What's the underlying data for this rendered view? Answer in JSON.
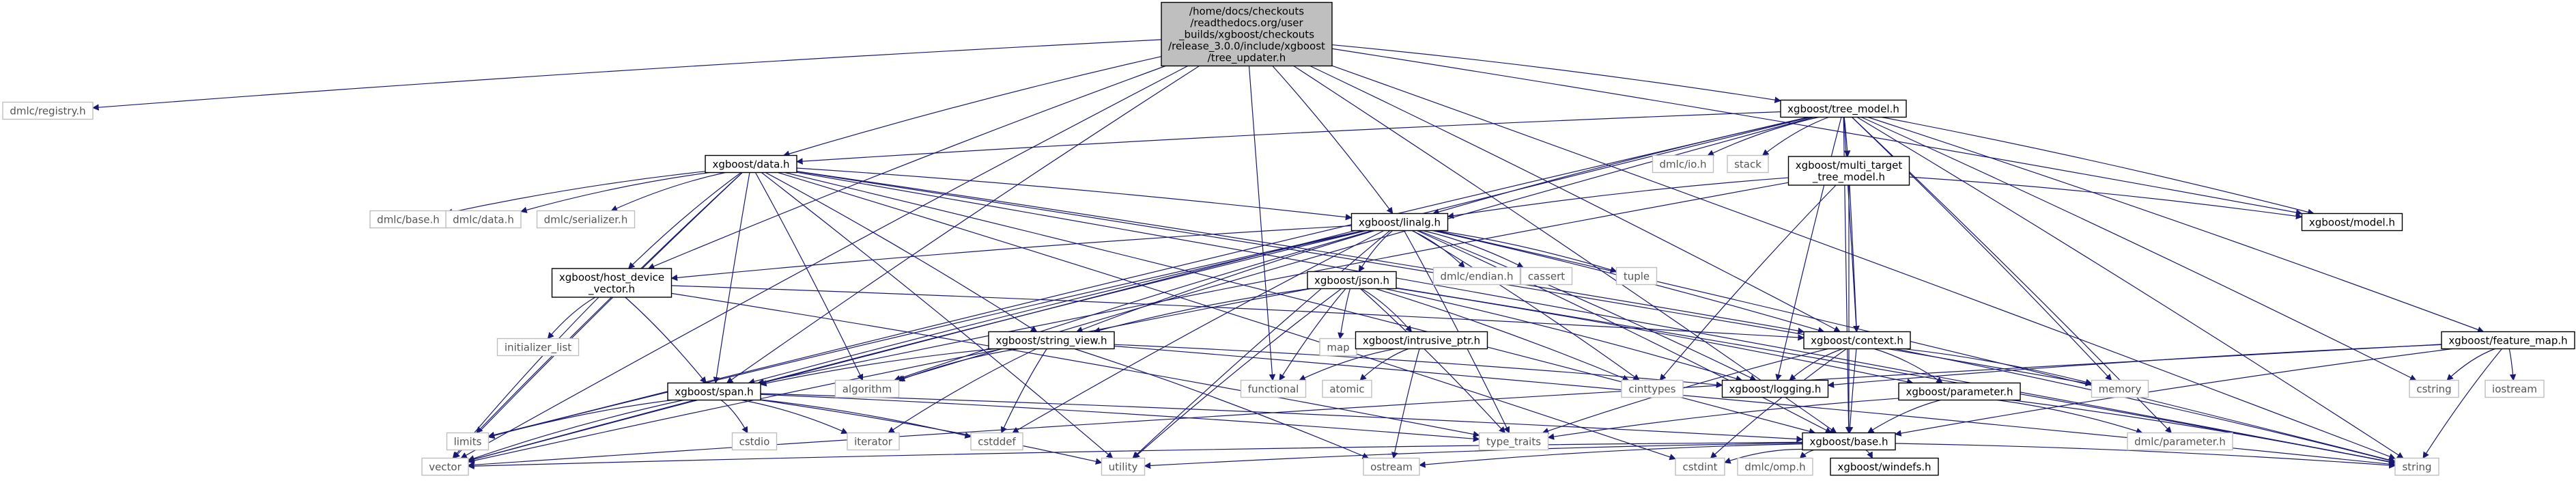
{
  "diagram": {
    "root": "/home/docs/checkouts/readthedocs.org/user_builds/xgboost/checkouts/release_3.0.0/include/xgboost/tree_updater.h",
    "nodes": [
      {
        "id": "root",
        "lines": [
          "/home/docs/checkouts",
          "/readthedocs.org/user",
          "_builds/xgboost/checkouts",
          "/release_3.0.0/include/xgboost",
          "/tree_updater.h"
        ],
        "kind": "root"
      },
      {
        "id": "dmlc_registry",
        "lines": [
          "dmlc/registry.h"
        ],
        "kind": "external"
      },
      {
        "id": "tree_model",
        "lines": [
          "xgboost/tree_model.h"
        ],
        "kind": "documented"
      },
      {
        "id": "data",
        "lines": [
          "xgboost/data.h"
        ],
        "kind": "documented"
      },
      {
        "id": "dmlc_io",
        "lines": [
          "dmlc/io.h"
        ],
        "kind": "external"
      },
      {
        "id": "stack",
        "lines": [
          "stack"
        ],
        "kind": "external"
      },
      {
        "id": "multi_target",
        "lines": [
          "xgboost/multi_target",
          "_tree_model.h"
        ],
        "kind": "documented"
      },
      {
        "id": "dmlc_base",
        "lines": [
          "dmlc/base.h"
        ],
        "kind": "external"
      },
      {
        "id": "dmlc_data",
        "lines": [
          "dmlc/data.h"
        ],
        "kind": "external"
      },
      {
        "id": "dmlc_serializer",
        "lines": [
          "dmlc/serializer.h"
        ],
        "kind": "external"
      },
      {
        "id": "linalg",
        "lines": [
          "xgboost/linalg.h"
        ],
        "kind": "documented"
      },
      {
        "id": "model",
        "lines": [
          "xgboost/model.h"
        ],
        "kind": "documented"
      },
      {
        "id": "host_device_vector",
        "lines": [
          "xgboost/host_device",
          "_vector.h"
        ],
        "kind": "documented"
      },
      {
        "id": "dmlc_endian",
        "lines": [
          "dmlc/endian.h"
        ],
        "kind": "external"
      },
      {
        "id": "cassert",
        "lines": [
          "cassert"
        ],
        "kind": "external"
      },
      {
        "id": "tuple",
        "lines": [
          "tuple"
        ],
        "kind": "external"
      },
      {
        "id": "json",
        "lines": [
          "xgboost/json.h"
        ],
        "kind": "documented"
      },
      {
        "id": "feature_map",
        "lines": [
          "xgboost/feature_map.h"
        ],
        "kind": "documented"
      },
      {
        "id": "initializer_list",
        "lines": [
          "initializer_list"
        ],
        "kind": "external"
      },
      {
        "id": "map",
        "lines": [
          "map"
        ],
        "kind": "external"
      },
      {
        "id": "context",
        "lines": [
          "xgboost/context.h"
        ],
        "kind": "documented"
      },
      {
        "id": "string_view",
        "lines": [
          "xgboost/string_view.h"
        ],
        "kind": "documented"
      },
      {
        "id": "intrusive_ptr",
        "lines": [
          "xgboost/intrusive_ptr.h"
        ],
        "kind": "documented"
      },
      {
        "id": "memory",
        "lines": [
          "memory"
        ],
        "kind": "external"
      },
      {
        "id": "cstring",
        "lines": [
          "cstring"
        ],
        "kind": "external"
      },
      {
        "id": "iostream",
        "lines": [
          "iostream"
        ],
        "kind": "external"
      },
      {
        "id": "functional",
        "lines": [
          "functional"
        ],
        "kind": "external"
      },
      {
        "id": "atomic",
        "lines": [
          "atomic"
        ],
        "kind": "external"
      },
      {
        "id": "cinttypes",
        "lines": [
          "cinttypes"
        ],
        "kind": "external"
      },
      {
        "id": "logging",
        "lines": [
          "xgboost/logging.h"
        ],
        "kind": "documented"
      },
      {
        "id": "parameter",
        "lines": [
          "xgboost/parameter.h"
        ],
        "kind": "documented"
      },
      {
        "id": "span",
        "lines": [
          "xgboost/span.h"
        ],
        "kind": "documented"
      },
      {
        "id": "algorithm",
        "lines": [
          "algorithm"
        ],
        "kind": "external"
      },
      {
        "id": "limits",
        "lines": [
          "limits"
        ],
        "kind": "external"
      },
      {
        "id": "cstdio",
        "lines": [
          "cstdio"
        ],
        "kind": "external"
      },
      {
        "id": "iterator",
        "lines": [
          "iterator"
        ],
        "kind": "external"
      },
      {
        "id": "cstddef",
        "lines": [
          "cstddef"
        ],
        "kind": "external"
      },
      {
        "id": "type_traits",
        "lines": [
          "type_traits"
        ],
        "kind": "external"
      },
      {
        "id": "base",
        "lines": [
          "xgboost/base.h"
        ],
        "kind": "documented"
      },
      {
        "id": "dmlc_parameter",
        "lines": [
          "dmlc/parameter.h"
        ],
        "kind": "external"
      },
      {
        "id": "vector",
        "lines": [
          "vector"
        ],
        "kind": "external"
      },
      {
        "id": "utility",
        "lines": [
          "utility"
        ],
        "kind": "external"
      },
      {
        "id": "ostream",
        "lines": [
          "ostream"
        ],
        "kind": "external"
      },
      {
        "id": "cstdint",
        "lines": [
          "cstdint"
        ],
        "kind": "external"
      },
      {
        "id": "dmlc_omp",
        "lines": [
          "dmlc/omp.h"
        ],
        "kind": "external"
      },
      {
        "id": "windefs",
        "lines": [
          "xgboost/windefs.h"
        ],
        "kind": "documented"
      },
      {
        "id": "string",
        "lines": [
          "string"
        ],
        "kind": "external"
      }
    ],
    "edges": [
      [
        "root",
        "dmlc_registry"
      ],
      [
        "root",
        "tree_model"
      ],
      [
        "root",
        "data"
      ],
      [
        "root",
        "linalg"
      ],
      [
        "root",
        "functional"
      ],
      [
        "root",
        "host_device_vector"
      ],
      [
        "root",
        "span"
      ],
      [
        "root",
        "vector"
      ],
      [
        "root",
        "string"
      ],
      [
        "root",
        "model"
      ],
      [
        "root",
        "base"
      ],
      [
        "root",
        "context"
      ],
      [
        "tree_model",
        "data"
      ],
      [
        "tree_model",
        "dmlc_io"
      ],
      [
        "tree_model",
        "stack"
      ],
      [
        "tree_model",
        "multi_target"
      ],
      [
        "tree_model",
        "linalg"
      ],
      [
        "tree_model",
        "model"
      ],
      [
        "tree_model",
        "feature_map"
      ],
      [
        "tree_model",
        "memory"
      ],
      [
        "tree_model",
        "cstring"
      ],
      [
        "tree_model",
        "string"
      ],
      [
        "tree_model",
        "vector"
      ],
      [
        "tree_model",
        "limits"
      ],
      [
        "tree_model",
        "algorithm"
      ],
      [
        "tree_model",
        "logging"
      ],
      [
        "tree_model",
        "base"
      ],
      [
        "tree_model",
        "dmlc_parameter"
      ],
      [
        "tree_model",
        "context"
      ],
      [
        "data",
        "dmlc_base"
      ],
      [
        "data",
        "dmlc_data"
      ],
      [
        "data",
        "dmlc_serializer"
      ],
      [
        "data",
        "linalg"
      ],
      [
        "data",
        "host_device_vector"
      ],
      [
        "data",
        "span"
      ],
      [
        "data",
        "string_view"
      ],
      [
        "data",
        "context"
      ],
      [
        "data",
        "base"
      ],
      [
        "data",
        "algorithm"
      ],
      [
        "data",
        "limits"
      ],
      [
        "data",
        "memory"
      ],
      [
        "data",
        "string"
      ],
      [
        "data",
        "utility"
      ],
      [
        "data",
        "vector"
      ],
      [
        "data",
        "cstdint"
      ],
      [
        "multi_target",
        "linalg"
      ],
      [
        "multi_target",
        "model"
      ],
      [
        "multi_target",
        "context"
      ],
      [
        "multi_target",
        "base"
      ],
      [
        "multi_target",
        "span"
      ],
      [
        "multi_target",
        "cinttypes"
      ],
      [
        "linalg",
        "dmlc_endian"
      ],
      [
        "linalg",
        "cassert"
      ],
      [
        "linalg",
        "tuple"
      ],
      [
        "linalg",
        "json"
      ],
      [
        "linalg",
        "host_device_vector"
      ],
      [
        "linalg",
        "context"
      ],
      [
        "linalg",
        "span"
      ],
      [
        "linalg",
        "string_view"
      ],
      [
        "linalg",
        "logging"
      ],
      [
        "linalg",
        "base"
      ],
      [
        "linalg",
        "algorithm"
      ],
      [
        "linalg",
        "limits"
      ],
      [
        "linalg",
        "cinttypes"
      ],
      [
        "linalg",
        "cstddef"
      ],
      [
        "linalg",
        "string"
      ],
      [
        "linalg",
        "type_traits"
      ],
      [
        "linalg",
        "utility"
      ],
      [
        "linalg",
        "vector"
      ],
      [
        "json",
        "map"
      ],
      [
        "json",
        "intrusive_ptr"
      ],
      [
        "json",
        "string_view"
      ],
      [
        "json",
        "logging"
      ],
      [
        "json",
        "parameter"
      ],
      [
        "json",
        "functional"
      ],
      [
        "json",
        "type_traits"
      ],
      [
        "json",
        "utility"
      ],
      [
        "json",
        "vector"
      ],
      [
        "json",
        "string"
      ],
      [
        "json",
        "cinttypes"
      ],
      [
        "host_device_vector",
        "initializer_list"
      ],
      [
        "host_device_vector",
        "span"
      ],
      [
        "host_device_vector",
        "vector"
      ],
      [
        "host_device_vector",
        "type_traits"
      ],
      [
        "host_device_vector",
        "context"
      ],
      [
        "context",
        "logging"
      ],
      [
        "context",
        "parameter"
      ],
      [
        "context",
        "base"
      ],
      [
        "context",
        "memory"
      ],
      [
        "context",
        "string"
      ],
      [
        "context",
        "type_traits"
      ],
      [
        "context",
        "cstdint"
      ],
      [
        "feature_map",
        "logging"
      ],
      [
        "feature_map",
        "cstring"
      ],
      [
        "feature_map",
        "iostream"
      ],
      [
        "feature_map",
        "string"
      ],
      [
        "feature_map",
        "vector"
      ],
      [
        "feature_map",
        "base"
      ],
      [
        "string_view",
        "span"
      ],
      [
        "string_view",
        "algorithm"
      ],
      [
        "string_view",
        "iterator"
      ],
      [
        "string_view",
        "cstddef"
      ],
      [
        "string_view",
        "ostream"
      ],
      [
        "string_view",
        "string"
      ],
      [
        "string_view",
        "logging"
      ],
      [
        "intrusive_ptr",
        "functional"
      ],
      [
        "intrusive_ptr",
        "atomic"
      ],
      [
        "intrusive_ptr",
        "ostream"
      ],
      [
        "parameter",
        "dmlc_parameter"
      ],
      [
        "parameter",
        "base"
      ],
      [
        "parameter",
        "string"
      ],
      [
        "parameter",
        "type_traits"
      ],
      [
        "span",
        "limits"
      ],
      [
        "span",
        "cstdio"
      ],
      [
        "span",
        "iterator"
      ],
      [
        "span",
        "cstddef"
      ],
      [
        "span",
        "type_traits"
      ],
      [
        "span",
        "utility"
      ],
      [
        "span",
        "vector"
      ],
      [
        "span",
        "base"
      ],
      [
        "base",
        "dmlc_omp"
      ],
      [
        "base",
        "windefs"
      ],
      [
        "base",
        "cstdint"
      ],
      [
        "base",
        "string"
      ],
      [
        "base",
        "utility"
      ],
      [
        "base",
        "vector"
      ],
      [
        "base",
        "ostream"
      ]
    ],
    "colors": {
      "root_fill": "#bfbfbf",
      "documented_fill": "#ffffff",
      "documented_stroke": "#000000",
      "external_stroke": "#bfbfbf",
      "external_text": "#555555",
      "edge": "#191970"
    }
  }
}
